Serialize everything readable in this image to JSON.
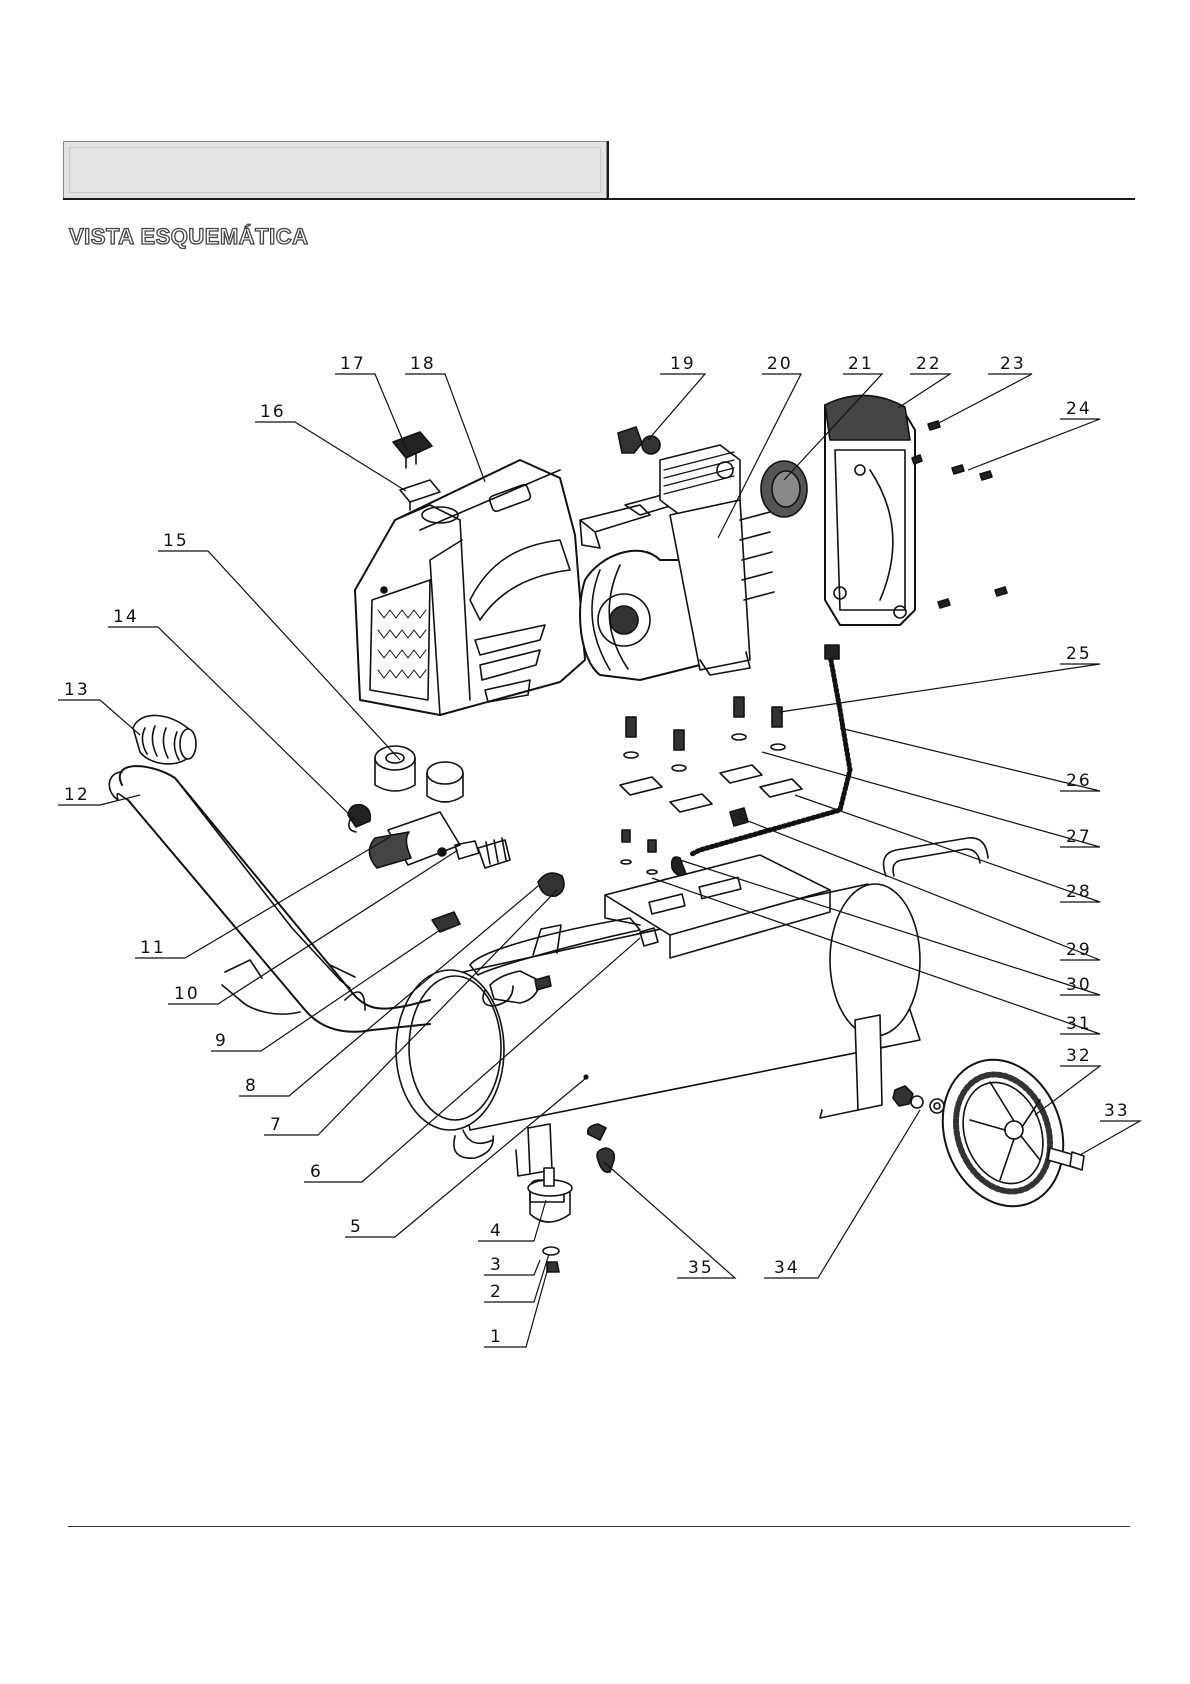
{
  "header": {
    "banner_text": ""
  },
  "section_title": "VISTA ESQUEMÁTICA",
  "callouts": [
    "1",
    "2",
    "3",
    "4",
    "5",
    "6",
    "7",
    "8",
    "9",
    "10",
    "11",
    "12",
    "13",
    "14",
    "15",
    "16",
    "17",
    "18",
    "19",
    "20",
    "21",
    "22",
    "23",
    "24",
    "25",
    "26",
    "27",
    "28",
    "29",
    "30",
    "31",
    "32",
    "33",
    "34",
    "35"
  ]
}
